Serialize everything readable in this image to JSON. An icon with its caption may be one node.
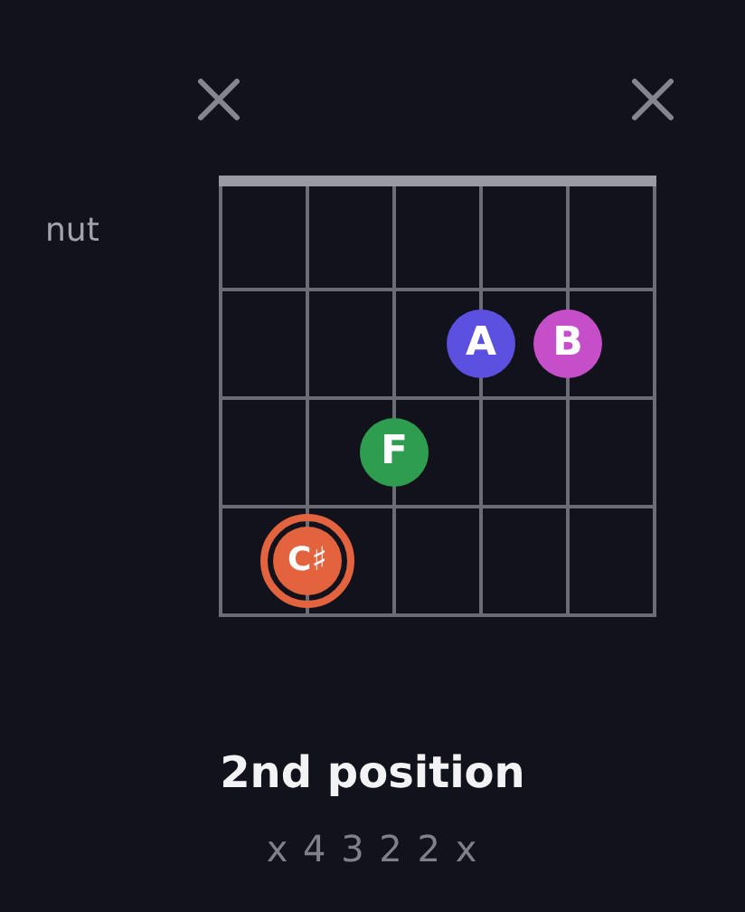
{
  "diagram": {
    "title": "2nd position",
    "nodes": [
      {
        "text": [
          "A"
        ]
      },
      {
        "text": [
          "B"
        ]
      },
      {
        "text": [
          "F"
        ]
      },
      {
        "text": [
          "C♯"
        ]
      }
    ],
    "labels": [
      "nut",
      "x 4 3 2 2 x"
    ]
  }
}
